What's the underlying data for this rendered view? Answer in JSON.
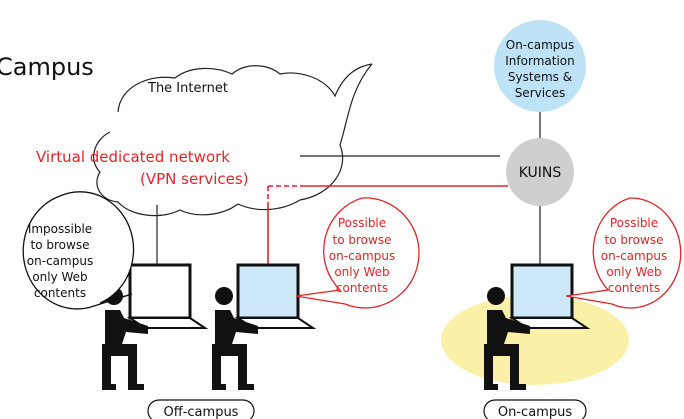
{
  "title": "Campus",
  "internet_label": "The Internet",
  "vpn": {
    "line1": "Virtual dedicated network",
    "line2": "(VPN services)"
  },
  "hub_label": "KUINS",
  "services": {
    "line1": "On-campus",
    "line2": "Information",
    "line3": "Systems &",
    "line4": "Services"
  },
  "bubbles": {
    "impossible": [
      "Impossible",
      "to browse",
      "on-campus",
      "only Web",
      "contents"
    ],
    "possible_vpn": [
      "Possible",
      "to browse",
      "on-campus",
      "only Web",
      "contents"
    ],
    "possible_campus": [
      "Possible",
      "to browse",
      "on-campus",
      "only Web",
      "contents"
    ]
  },
  "zones": {
    "off_campus": "Off-campus",
    "on_campus": "On-campus"
  },
  "colors": {
    "vpn_red": "#e0262b",
    "services_blue": "#bfe3f6",
    "hub_gray": "#cfcfcf",
    "campus_yellow": "#fbf0a8",
    "screen_blue": "#cde8f8",
    "figure": "#111111"
  }
}
